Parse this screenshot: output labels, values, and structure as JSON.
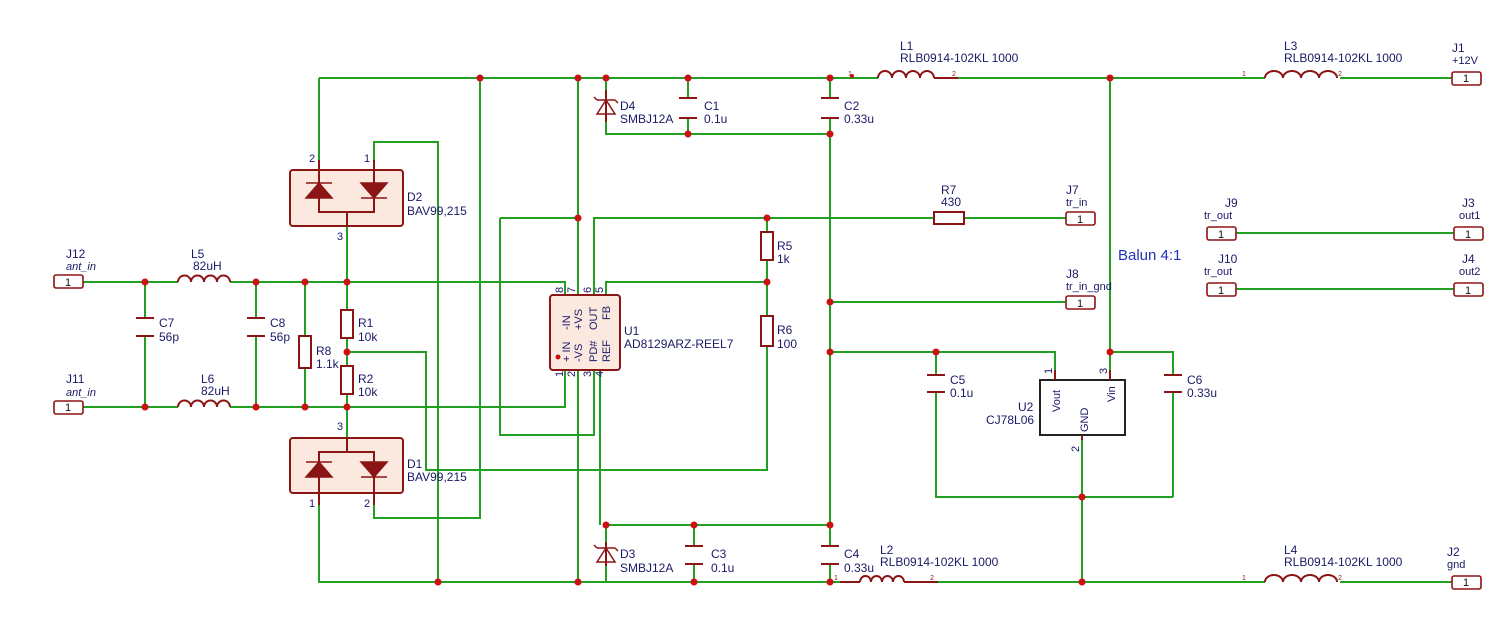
{
  "title": "Balun 4:1",
  "components": {
    "L1": {
      "ref": "L1",
      "value": "RLB0914-102KL 1000"
    },
    "L2": {
      "ref": "L2",
      "value": "RLB0914-102KL 1000"
    },
    "L3": {
      "ref": "L3",
      "value": "RLB0914-102KL 1000"
    },
    "L4": {
      "ref": "L4",
      "value": "RLB0914-102KL 1000"
    },
    "L5": {
      "ref": "L5",
      "value": "82uH"
    },
    "L6": {
      "ref": "L6",
      "value": "82uH"
    },
    "C1": {
      "ref": "C1",
      "value": "0.1u"
    },
    "C2": {
      "ref": "C2",
      "value": "0.33u"
    },
    "C3": {
      "ref": "C3",
      "value": "0.1u"
    },
    "C4": {
      "ref": "C4",
      "value": "0.33u"
    },
    "C5": {
      "ref": "C5",
      "value": "0.1u"
    },
    "C6": {
      "ref": "C6",
      "value": "0.33u"
    },
    "C7": {
      "ref": "C7",
      "value": "56p"
    },
    "C8": {
      "ref": "C8",
      "value": "56p"
    },
    "R1": {
      "ref": "R1",
      "value": "10k"
    },
    "R2": {
      "ref": "R2",
      "value": "10k"
    },
    "R5": {
      "ref": "R5",
      "value": "1k"
    },
    "R6": {
      "ref": "R6",
      "value": "100"
    },
    "R7": {
      "ref": "R7",
      "value": "430"
    },
    "R8": {
      "ref": "R8",
      "value": "1.1k"
    },
    "D1": {
      "ref": "D1",
      "value": "BAV99,215"
    },
    "D2": {
      "ref": "D2",
      "value": "BAV99,215"
    },
    "D3": {
      "ref": "D3",
      "value": "SMBJ12A"
    },
    "D4": {
      "ref": "D4",
      "value": "SMBJ12A"
    },
    "U1": {
      "ref": "U1",
      "value": "AD8129ARZ-REEL7",
      "pins_bottom": [
        "+ IN",
        "-VS",
        "PD#",
        "REF"
      ],
      "pins_top": [
        "-IN",
        "+VS",
        "OUT",
        "FB"
      ],
      "pin_numbers_bottom": [
        "1",
        "2",
        "3",
        "4"
      ],
      "pin_numbers_top": [
        "8",
        "7",
        "6",
        "5"
      ]
    },
    "U2": {
      "ref": "U2",
      "value": "CJ78L06",
      "pins": {
        "vout": "Vout",
        "gnd": "GND",
        "vin": "Vin"
      },
      "pin_numbers": {
        "vout": "1",
        "gnd": "2",
        "vin": "3"
      }
    }
  },
  "connectors": {
    "J1": {
      "ref": "J1",
      "label": "+12V",
      "pin": "1"
    },
    "J2": {
      "ref": "J2",
      "label": "gnd",
      "pin": "1"
    },
    "J3": {
      "ref": "J3",
      "label": "out1",
      "pin": "1"
    },
    "J4": {
      "ref": "J4",
      "label": "out2",
      "pin": "1"
    },
    "J7": {
      "ref": "J7",
      "label": "tr_in",
      "pin": "1"
    },
    "J8": {
      "ref": "J8",
      "label": "tr_in_gnd",
      "pin": "1"
    },
    "J9": {
      "ref": "J9",
      "label": "tr_out",
      "pin": "1"
    },
    "J10": {
      "ref": "J10",
      "label": "tr_out",
      "pin": "1"
    },
    "J11": {
      "ref": "J11",
      "label": "ant_in",
      "pin": "1"
    },
    "J12": {
      "ref": "J12",
      "label": "ant_in",
      "pin": "1"
    }
  },
  "pin_labels": {
    "one": "1",
    "two": "2",
    "three": "3"
  },
  "colors": {
    "wire": "#22a022",
    "part": "#8b1414",
    "junction": "#cc1111",
    "text": "#1a1a66",
    "title": "#2233bb"
  }
}
